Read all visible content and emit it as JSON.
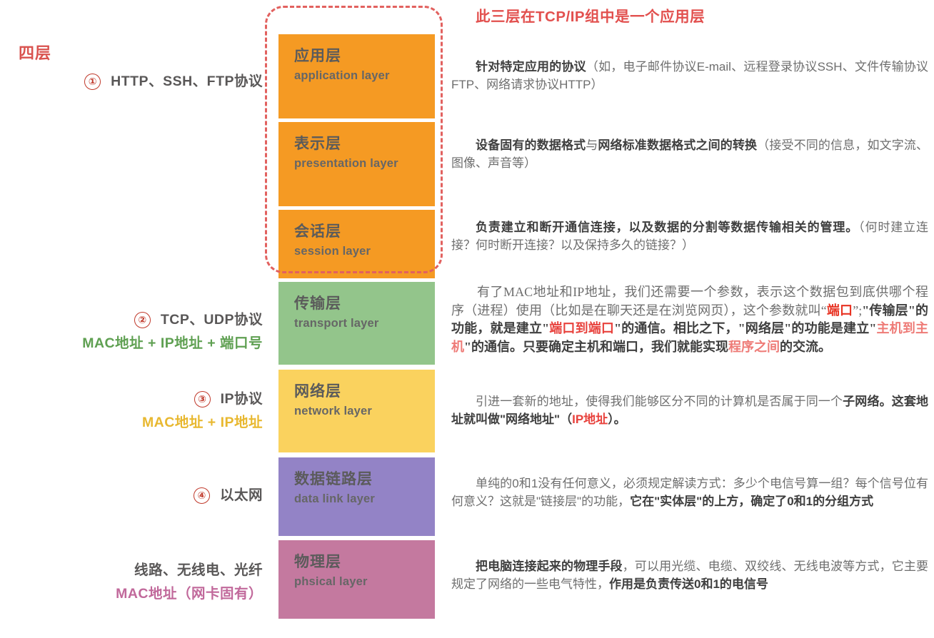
{
  "left": {
    "title": "四层",
    "groups": [
      {
        "number": "①",
        "protocol": "HTTP、SSH、FTP协议",
        "address": ""
      },
      {
        "number": "②",
        "protocol": "TCP、UDP协议",
        "address": "MAC地址 + IP地址 + 端口号"
      },
      {
        "number": "③",
        "protocol": "IP协议",
        "address": "MAC地址 + IP地址"
      },
      {
        "number": "④",
        "protocol": "以太网",
        "address": ""
      },
      {
        "number": "",
        "protocol": "线路、无线电、光纤",
        "address": "MAC地址（网卡固有）"
      }
    ]
  },
  "stack": {
    "layers": [
      {
        "cn": "应用层",
        "en": "application layer",
        "color": "#F59A23"
      },
      {
        "cn": "表示层",
        "en": "presentation layer",
        "color": "#F59A23"
      },
      {
        "cn": "会话层",
        "en": "session layer",
        "color": "#F59A23"
      },
      {
        "cn": "传输层",
        "en": "transport layer",
        "color": "#93C58B"
      },
      {
        "cn": "网络层",
        "en": "network layer",
        "color": "#FAD25E"
      },
      {
        "cn": "数据链路层",
        "en": "data link layer",
        "color": "#9383C6"
      },
      {
        "cn": "物理层",
        "en": "phsical layer",
        "color": "#C4799F"
      }
    ],
    "dashed_frame_color": "#E2615F"
  },
  "right": {
    "banner": "此三层在TCP/IP组中是一个应用层",
    "descriptions": [
      {
        "layer": "application",
        "bold_lead": "针对特定应用的协议",
        "rest": "（如，电子邮件协议E-mail、远程登录协议SSH、文件传输协议FTP、网络请求协议HTTP）"
      },
      {
        "layer": "presentation",
        "bold_lead": "设备固有的数据格式",
        "mid": "与",
        "bold_lead2": "网络标准数据格式之间的转换",
        "rest": "（接受不同的信息，如文字流、图像、声音等）"
      },
      {
        "layer": "session",
        "bold_lead": "负责建立和断开通信连接，以及数据的分割等数据传输相关的管理。",
        "rest": "（何时建立连接？何时断开连接？以及保持多久的链接？）"
      },
      {
        "layer": "transport",
        "p1": "有了MAC地址和IP地址，我们还需要一个参数，表示这个数据包到底供哪个程序（进程）使用（比如是在聊天还是在浏览网页），这个参数就叫“",
        "hl1": "端口",
        "p2": "”;",
        "b1": "\"传输层\"的功能，就是建立\"",
        "hl2": "端口到端口",
        "b2": "\"的通信。相比之下，\"网络层\"的功能是建立\"",
        "hl3": "主机到主机",
        "b3": "\"的通信。只要确定主机和端口，我们就能实现",
        "hl4": "程序之间",
        "b4": "的交流。"
      },
      {
        "layer": "network",
        "p1": "引进一套新的地址，使得我们能够区分不同的计算机是否属于同一个",
        "b1": "子网络。这套地址就叫做\"网络地址\"（",
        "hl1": "IP地址",
        "b2": "）。"
      },
      {
        "layer": "datalink",
        "p1": "单纯的0和1没有任何意义，必须规定解读方式：多少个电信号算一组？每个信号位有何意义？这就是\"链接层\"的功能，",
        "b1": "它在\"实体层\"的上方，确定了0和1的分组方式"
      },
      {
        "layer": "physical",
        "b1": "把电脑连接起来的物理手段",
        "p1": "，可以用光缆、电缆、双绞线、无线电波等方式，它主要规定了网络的一些电气特性，",
        "b2": "作用是负责传送0和1的电信号"
      }
    ]
  }
}
